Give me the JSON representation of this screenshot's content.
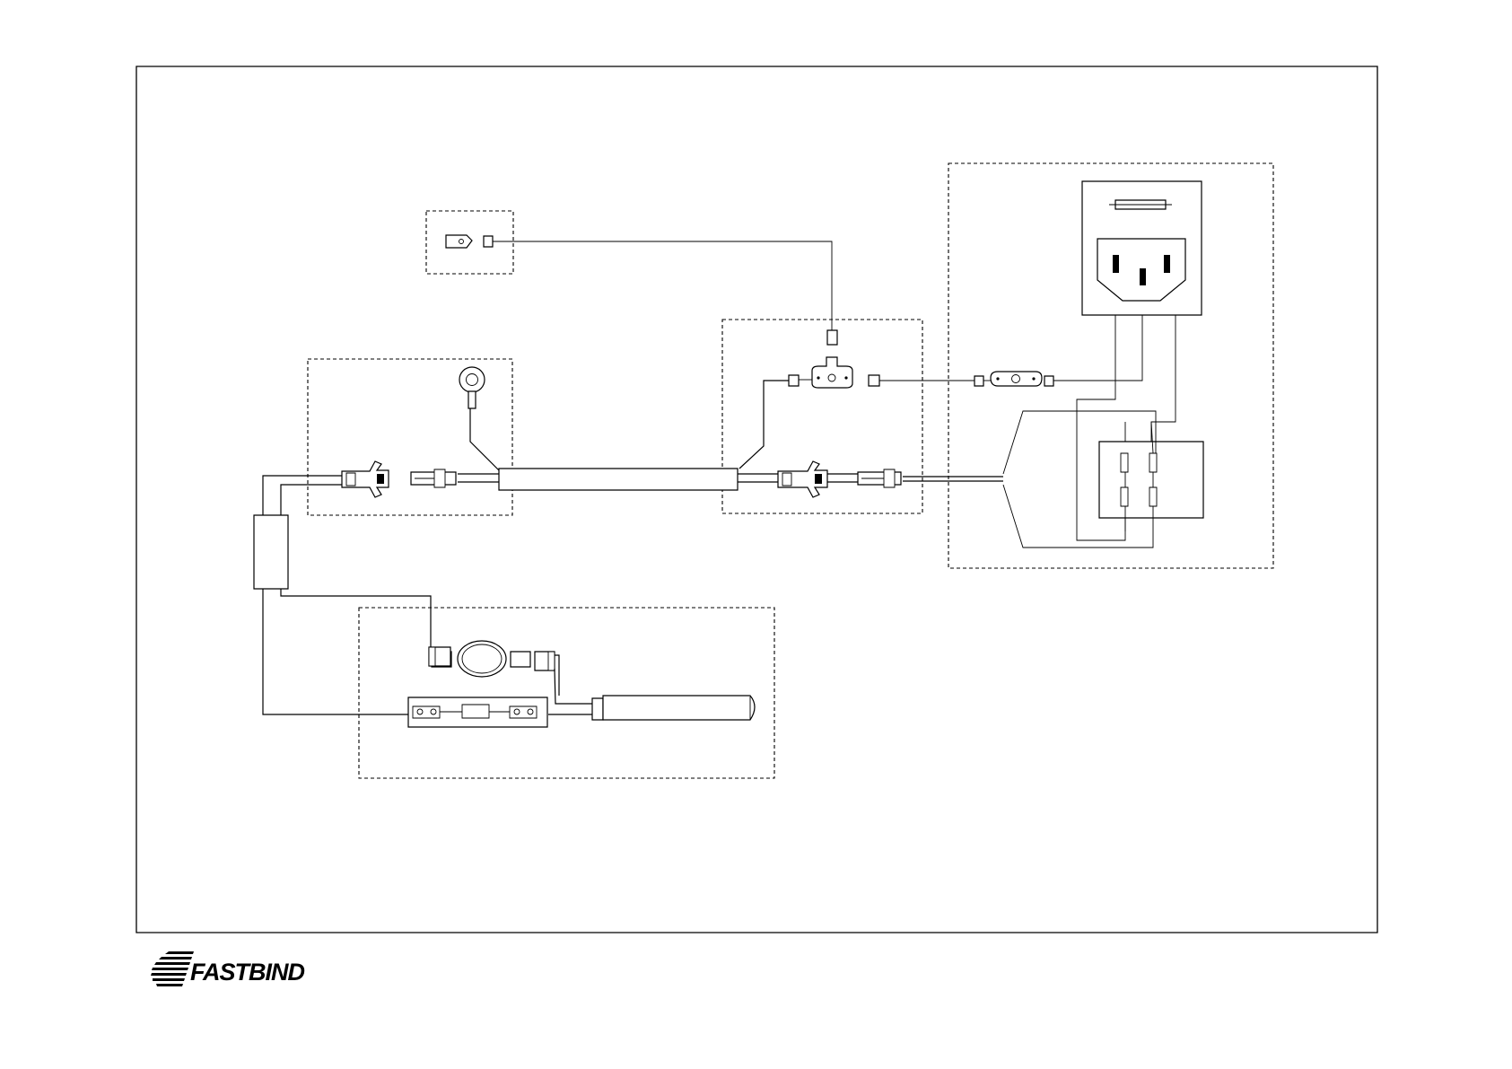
{
  "brand": {
    "name": "FASTBIND",
    "logo": "fastbind-logo",
    "color": "#000000"
  },
  "diagram": {
    "kind": "wiring schematic",
    "line_color": "#000000",
    "background": "#ffffff"
  }
}
